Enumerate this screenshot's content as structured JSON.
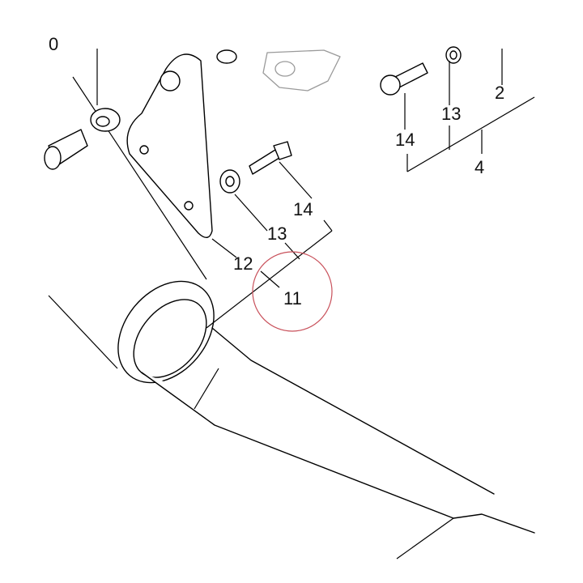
{
  "diagram": {
    "callouts": {
      "c_0": "0",
      "c_2": "2",
      "c_13a": "13",
      "c_14a": "14",
      "c_4": "4",
      "c_14b": "14",
      "c_13b": "13",
      "c_12": "12",
      "c_11": "11"
    },
    "highlight_color": "#c8505a",
    "highlighted_callout": "11"
  }
}
